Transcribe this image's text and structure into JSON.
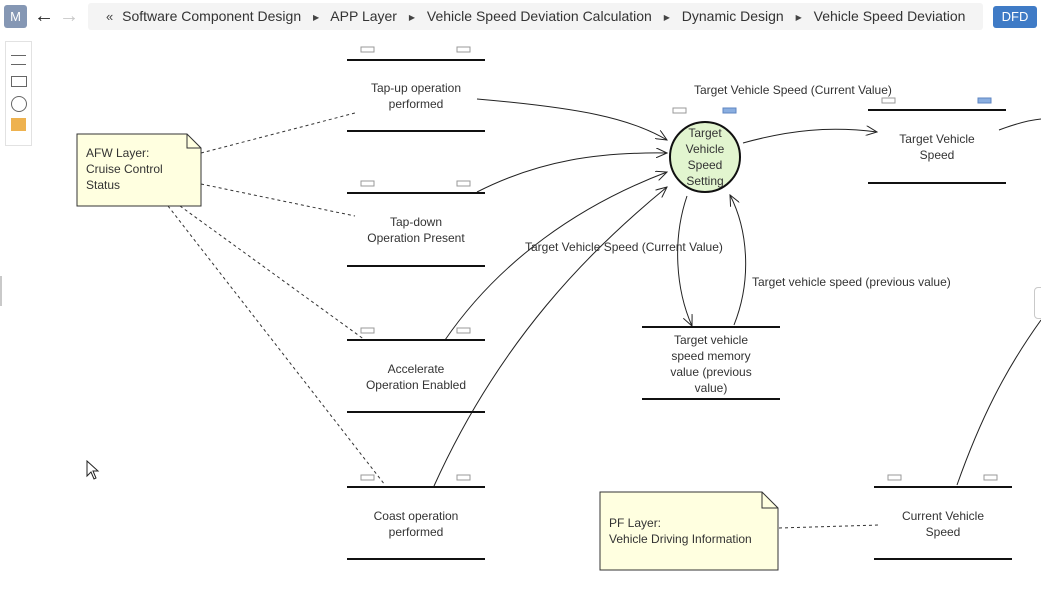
{
  "toolbar": {
    "menu_button": "M",
    "back_icon": "arrow-left-icon",
    "forward_icon": "arrow-right-icon",
    "mode_button": "DFD"
  },
  "breadcrumb": {
    "lead": "«",
    "items": [
      "Software Component Design",
      "APP Layer",
      "Vehicle Speed Deviation Calculation",
      "Dynamic Design",
      "Vehicle Speed Deviation"
    ]
  },
  "palette": [
    "line-tool-icon",
    "dashed-line-tool-icon",
    "rectangle-tool-icon",
    "circle-tool-icon",
    "note-tool-icon"
  ],
  "diagram": {
    "process": {
      "label": "Target Vehicle Speed Setting",
      "lines": [
        "Target",
        "Vehicle",
        "Speed",
        "Setting"
      ],
      "fill": "#e2f5cf"
    },
    "stores": {
      "tap_up": {
        "lines": [
          "Tap-up operation",
          "performed"
        ]
      },
      "tap_down": {
        "lines": [
          "Tap-down",
          "Operation Present"
        ]
      },
      "accelerate": {
        "lines": [
          "Accelerate",
          "Operation Enabled"
        ]
      },
      "coast": {
        "lines": [
          "Coast operation",
          "performed"
        ]
      },
      "target_speed": {
        "lines": [
          "Target Vehicle",
          "Speed"
        ]
      },
      "memory": {
        "lines": [
          "Target vehicle",
          "speed memory",
          "value (previous",
          "value)"
        ]
      },
      "current_speed": {
        "lines": [
          "Current Vehicle",
          "Speed"
        ]
      }
    },
    "notes": {
      "afw": {
        "lines": [
          "AFW Layer:",
          "Cruise Control",
          "Status"
        ]
      },
      "pf": {
        "lines": [
          "PF Layer:",
          "Vehicle Driving Information"
        ]
      }
    },
    "flows": {
      "to_target_speed": "Target Vehicle Speed (Current Value)",
      "to_memory": "Target Vehicle Speed (Current Value)",
      "from_memory": "Target vehicle speed (previous value)"
    },
    "colors": {
      "note_fill": "#ffffe0",
      "accent_port": "#8aaee0"
    }
  }
}
